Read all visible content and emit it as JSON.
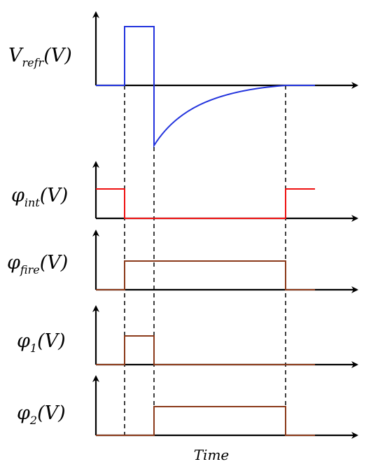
{
  "diagram": {
    "time_label": "Time",
    "signals": [
      {
        "key": "vrefr",
        "base": "V",
        "sub": "refr",
        "unit": "(V)",
        "color": "#2233dd"
      },
      {
        "key": "phi_int",
        "base": "φ",
        "sub": "int",
        "unit": "(V)",
        "color": "#ee1111"
      },
      {
        "key": "phi_fire",
        "base": "φ",
        "sub": "fire",
        "unit": "(V)",
        "color": "#8b3a1a"
      },
      {
        "key": "phi_1",
        "base": "φ",
        "sub": "1",
        "unit": "(V)",
        "color": "#8b3a1a"
      },
      {
        "key": "phi_2",
        "base": "φ",
        "sub": "2",
        "unit": "(V)",
        "color": "#8b3a1a"
      }
    ]
  }
}
